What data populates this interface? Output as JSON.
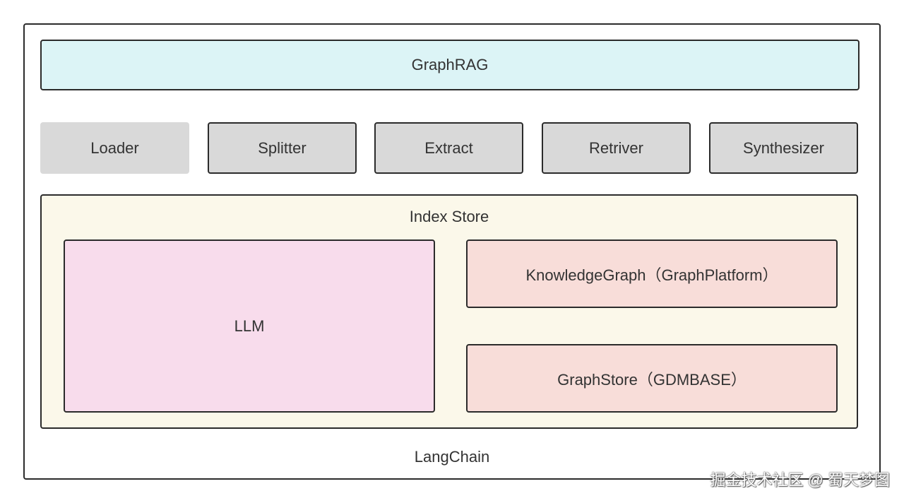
{
  "framework": {
    "label": "LangChain"
  },
  "top": {
    "label": "GraphRAG"
  },
  "modules": [
    {
      "label": "Loader"
    },
    {
      "label": "Splitter"
    },
    {
      "label": "Extract"
    },
    {
      "label": "Retriver"
    },
    {
      "label": "Synthesizer"
    }
  ],
  "index_store": {
    "label": "Index Store",
    "llm": {
      "label": "LLM"
    },
    "knowledge_graph": {
      "label": "KnowledgeGraph（GraphPlatform）"
    },
    "graph_store": {
      "label": "GraphStore（GDMBASE）"
    }
  },
  "watermark": "掘金技术社区 @ 蜀天梦图",
  "colors": {
    "graphrag_fill": "#dcf4f6",
    "module_fill": "#d9d9d9",
    "index_store_fill": "#fbf8ea",
    "llm_fill": "#f8dcec",
    "store_fill": "#f8ddd9",
    "border": "#2b2b2b"
  }
}
